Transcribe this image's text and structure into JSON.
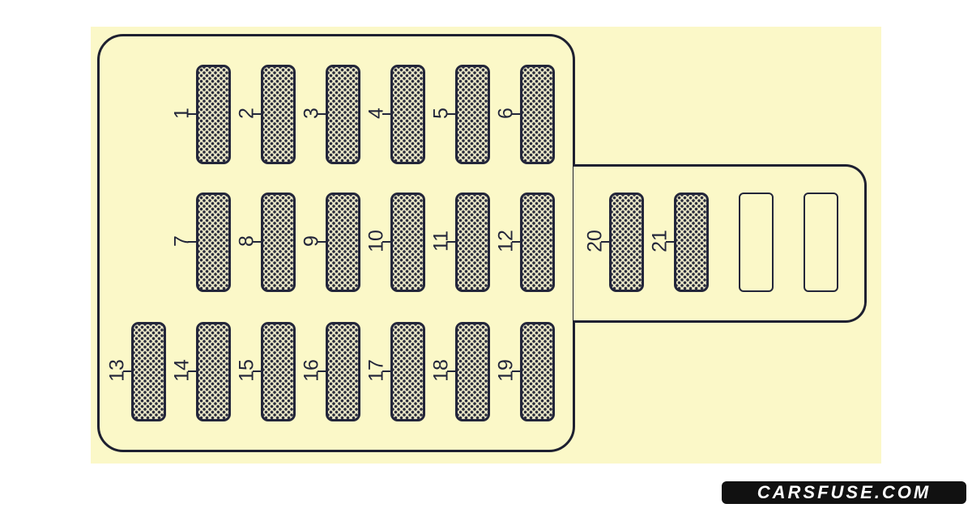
{
  "diagram": {
    "main_rows": [
      [
        "1",
        "2",
        "3",
        "4",
        "5",
        "6"
      ],
      [
        "7",
        "8",
        "9",
        "10",
        "11",
        "12"
      ],
      [
        "13",
        "14",
        "15",
        "16",
        "17",
        "18",
        "19"
      ]
    ],
    "side_fuses": [
      "20",
      "21"
    ],
    "side_empty_slots": 2
  },
  "colors": {
    "background": "#fbf8c8",
    "outline": "#1e2030"
  },
  "watermark": "CARSFUSE.COM"
}
